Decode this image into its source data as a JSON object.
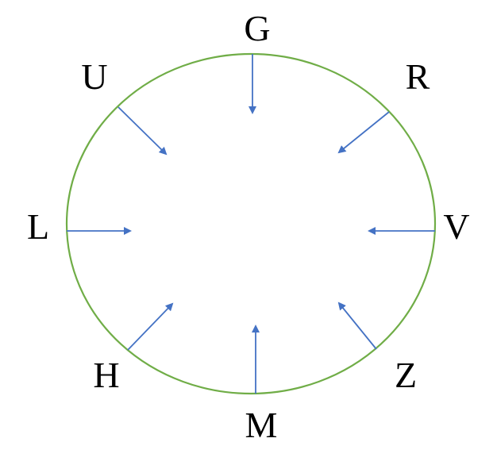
{
  "diagram": {
    "labels": {
      "G": "G",
      "R": "R",
      "V": "V",
      "Z": "Z",
      "M": "M",
      "H": "H",
      "L": "L",
      "U": "U"
    },
    "arrow_direction": "inward",
    "colors": {
      "circle": "#70AD47",
      "arrow": "#4472C4",
      "text": "#000000",
      "background": "#FFFFFF"
    }
  }
}
